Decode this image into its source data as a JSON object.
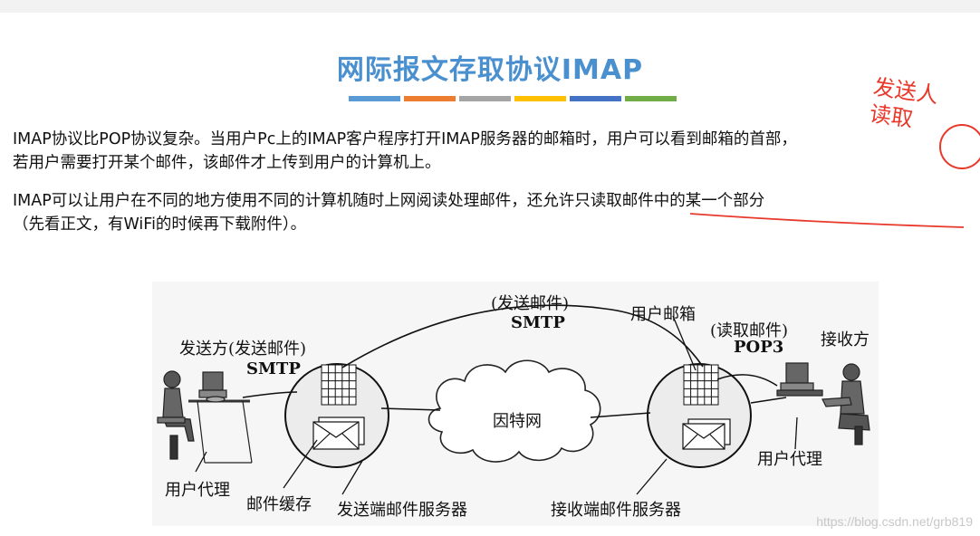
{
  "slide": {
    "title": "网际报文存取协议IMAP",
    "title_bar_colors": [
      "#5b9bd5",
      "#ed7d31",
      "#a5a5a5",
      "#ffc000",
      "#4472c4",
      "#70ad47"
    ],
    "paragraph1_line1": "IMAP协议比POP协议复杂。当用户Pc上的IMAP客户程序打开IMAP服务器的邮箱时，用户可以看到邮箱的首部，",
    "paragraph1_line2": "若用户需要打开某个邮件，该邮件才上传到用户的计算机上。",
    "paragraph2_line1": "IMAP可以让用户在不同的地方使用不同的计算机随时上网阅读处理邮件，还允许只读取邮件中的某一个部分",
    "paragraph2_line2": "（先看正文，有WiFi的时候再下载附件）。",
    "handwritten_note": "发送人 读取",
    "annotation_color": "#e8382a"
  },
  "diagram": {
    "sender_label": "发送方(发送邮件)",
    "sender_protocol": "SMTP",
    "internet_label": "因特网",
    "top_link_label": "(发送邮件)",
    "top_link_protocol": "SMTP",
    "mailbox_label": "用户邮箱",
    "read_label": "(读取邮件)",
    "read_protocol": "POP3",
    "receiver_label": "接收方",
    "user_agent_left": "用户代理",
    "mail_cache": "邮件缓存",
    "sending_server": "发送端邮件服务器",
    "receiving_server": "接收端邮件服务器",
    "user_agent_right": "用户代理"
  },
  "watermark": "https://blog.csdn.net/grb819"
}
